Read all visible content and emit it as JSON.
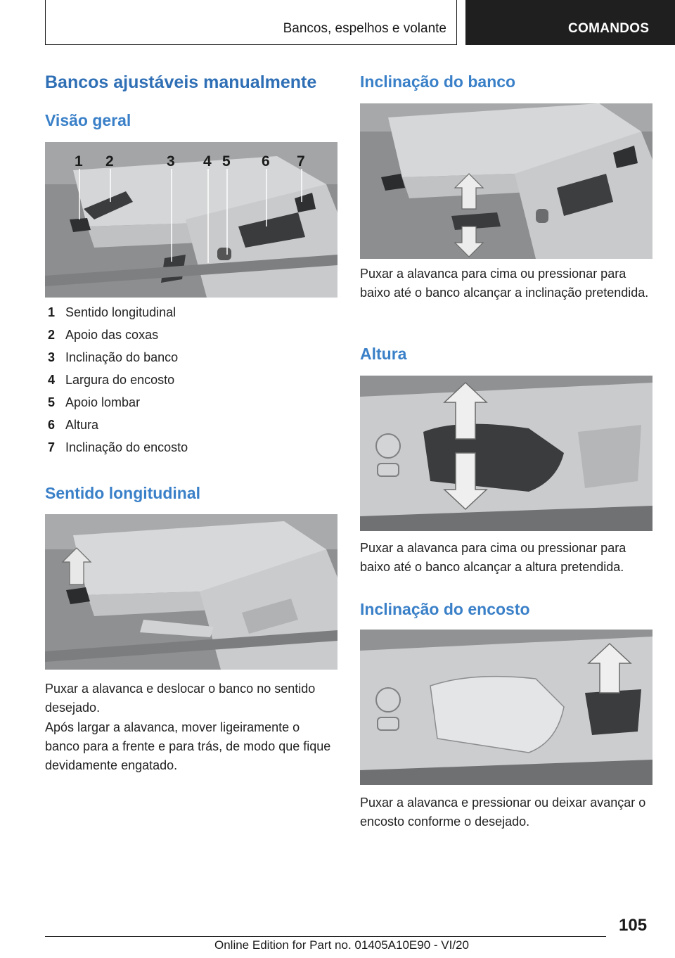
{
  "header": {
    "section_title": "Bancos, espelhos e volante",
    "chapter_tab": "COMANDOS"
  },
  "left": {
    "main_heading": "Bancos ajustáveis manualmente",
    "overview_heading": "Visão geral",
    "overview_image_labels": [
      "1",
      "2",
      "3",
      "4",
      "5",
      "6",
      "7"
    ],
    "legend": [
      {
        "num": "1",
        "text": "Sentido longitudinal"
      },
      {
        "num": "2",
        "text": "Apoio das coxas"
      },
      {
        "num": "3",
        "text": "Inclinação do banco"
      },
      {
        "num": "4",
        "text": "Largura do encosto"
      },
      {
        "num": "5",
        "text": "Apoio lombar"
      },
      {
        "num": "6",
        "text": "Altura"
      },
      {
        "num": "7",
        "text": "Inclinação do encosto"
      }
    ],
    "longitudinal_heading": "Sentido longitudinal",
    "longitudinal_text_1": "Puxar a alavanca e deslocar o banco no sentido desejado.",
    "longitudinal_text_2": "Após largar a alavanca, mover ligeiramente o banco para a frente e para trás, de modo que fi­que devidamente engatado."
  },
  "right": {
    "tilt_heading": "Inclinação do banco",
    "tilt_text": "Puxar a alavanca para cima ou pressionar para baixo até o banco alcançar a inclinação preten­dida.",
    "height_heading": "Altura",
    "height_text": "Puxar a alavanca para cima ou pressionar para baixo até o banco alcançar a altura pretendida.",
    "backrest_heading": "Inclinação do encosto",
    "backrest_text": "Puxar a alavanca e pressionar ou deixar avançar o encosto conforme o desejado."
  },
  "footer": {
    "page_number": "105",
    "edition_text": "Online Edition for Part no. 01405A10E90 - VI/20"
  },
  "colors": {
    "heading_blue": "#2f6fb5",
    "tab_background": "#1f1f1f",
    "photo_gray": "#8d8f90"
  }
}
